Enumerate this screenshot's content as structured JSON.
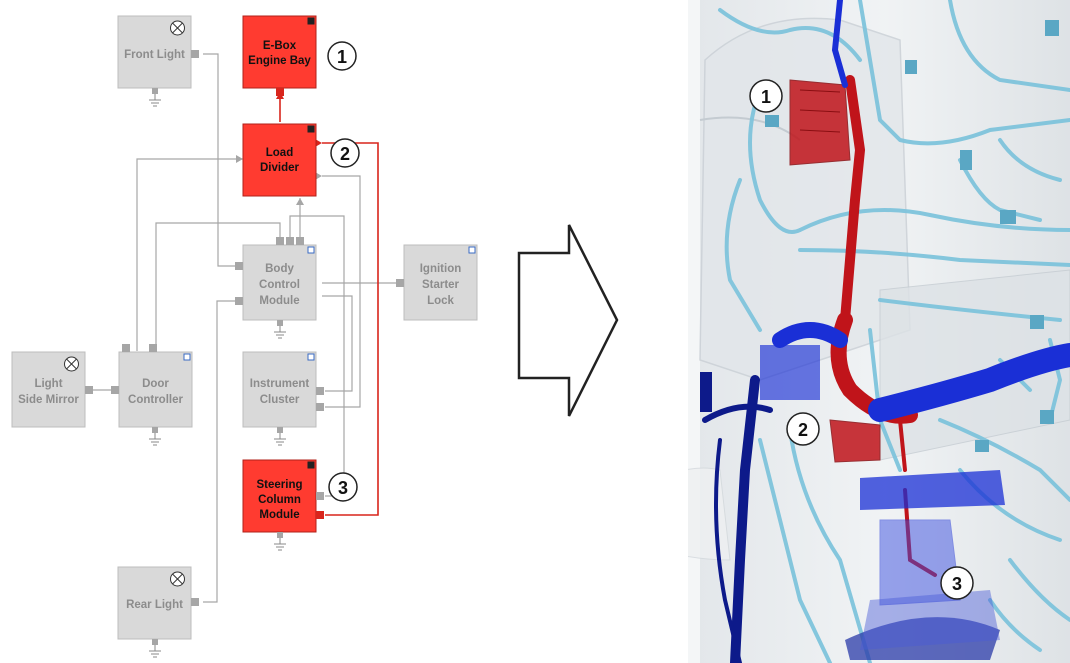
{
  "diagram": {
    "modules": [
      {
        "id": "front-light",
        "lines": [
          "Front Light"
        ],
        "highlighted": false,
        "icon": "lamp-icon"
      },
      {
        "id": "ebox",
        "lines": [
          "E-Box",
          "Engine Bay"
        ],
        "highlighted": true,
        "icon": "fuse-icon"
      },
      {
        "id": "load-divider",
        "lines": [
          "Load",
          "Divider"
        ],
        "highlighted": true,
        "icon": "fuse-icon"
      },
      {
        "id": "bcm",
        "lines": [
          "Body",
          "Control",
          "Module"
        ],
        "highlighted": false,
        "icon": "ecu-icon"
      },
      {
        "id": "ignition",
        "lines": [
          "Ignition",
          "Starter",
          "Lock"
        ],
        "highlighted": false,
        "icon": "key-icon"
      },
      {
        "id": "side-mirror",
        "lines": [
          "Light",
          "Side Mirror"
        ],
        "highlighted": false,
        "icon": "lamp-icon"
      },
      {
        "id": "door",
        "lines": [
          "Door",
          "Controller"
        ],
        "highlighted": false,
        "icon": "ecu-icon"
      },
      {
        "id": "cluster",
        "lines": [
          "Instrument",
          "Cluster"
        ],
        "highlighted": false,
        "icon": "ecu-icon"
      },
      {
        "id": "steering",
        "lines": [
          "Steering",
          "Column",
          "Module"
        ],
        "highlighted": true,
        "icon": "ecu-icon"
      },
      {
        "id": "rear-light",
        "lines": [
          "Rear Light"
        ],
        "highlighted": false,
        "icon": "lamp-icon"
      }
    ],
    "callouts": [
      "1",
      "2",
      "3"
    ],
    "arrow_icon": "right-arrow-icon"
  },
  "render": {
    "callouts": [
      "1",
      "2",
      "3"
    ]
  },
  "colors": {
    "module_fill": "#d9d9d9",
    "module_text": "#8c8c8c",
    "highlight_fill": "#ff3b30",
    "highlight_text": "#111111",
    "wire": "#a6a6a6",
    "highlight_wire": "#d9251c",
    "harness_red": "#c0141a",
    "harness_blue": "#1a2fd6",
    "harness_navy": "#0d1a8a",
    "harness_cyan": "#7fc4dc"
  }
}
